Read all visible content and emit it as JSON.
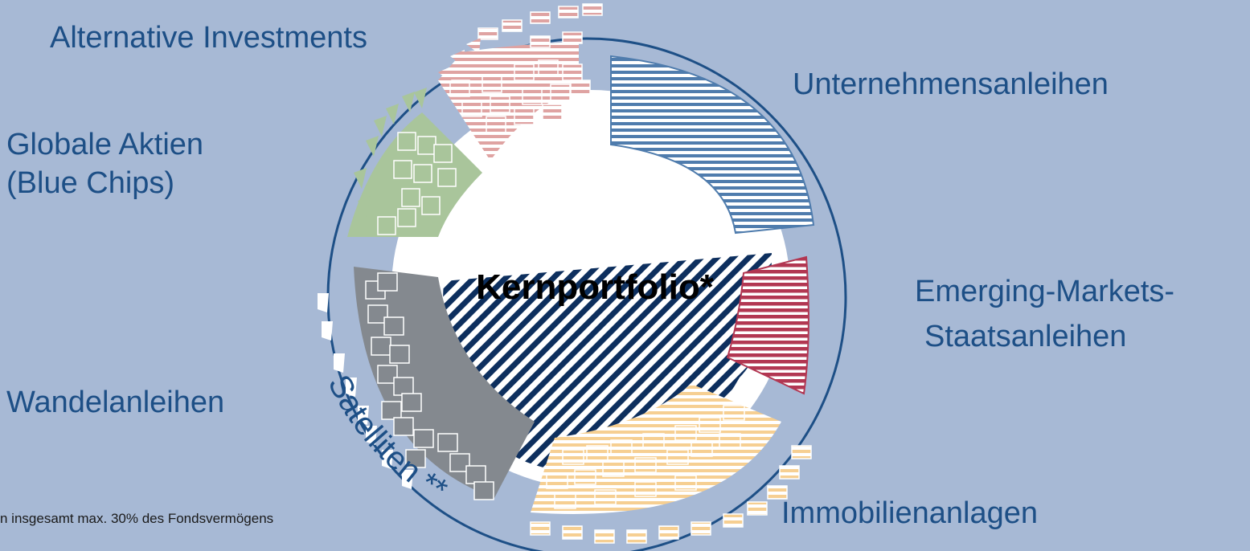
{
  "labels": {
    "alternative": "Alternative Investments",
    "globale_line1": "Globale Aktien",
    "globale_line2": "(Blue Chips)",
    "wandel": "Wandelanleihen",
    "unternehmen": "Unternehmensanleihen",
    "emerging_line1": "Emerging-Markets-",
    "emerging_line2": "Staatsanleihen",
    "immobilien": "Immobilienanlagen",
    "kern": "Kernportfolio*",
    "satelliten": "Satelliten **"
  },
  "footnote": "n insgesamt max. 30% des Fondsvermögens",
  "colors": {
    "background": "#a7b9d5",
    "text_blue": "#1d4f86",
    "navy": "#0d2f5e",
    "unternehmen": "#4f7cad",
    "emerging": "#b23752",
    "immobilien": "#f6cf92",
    "wandel": "#84898f",
    "globale": "#a9c59b",
    "alternative": "#dfa3a2"
  }
}
